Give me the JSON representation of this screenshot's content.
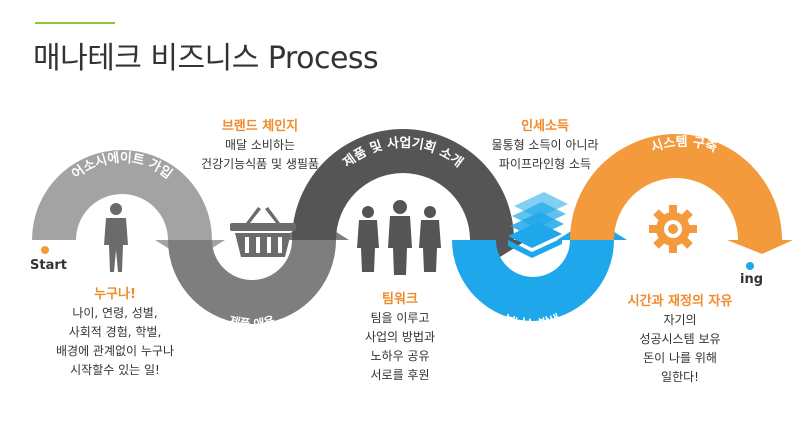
{
  "header": {
    "title": "매나테크 비즈니스 Process"
  },
  "flow": {
    "start_label": "Start",
    "end_label": "ing",
    "band_labels": {
      "associate": "어소시에이트 가입",
      "product_use": "제품 애용",
      "intro": "제품 및 사업기회 소개",
      "bonus": "보너스 발생",
      "system": "시스템 구축"
    },
    "colors": {
      "gray": "#9b9b9b",
      "dark": "#555555",
      "blue": "#1ea7ea",
      "orange": "#f39a3c",
      "accent": "#8cc63f"
    }
  },
  "callouts": {
    "anyone": {
      "heading": "누구나!",
      "lines": [
        "나이, 연령, 성별,",
        "사회적 경험, 학벌,",
        "배경에 관계없이 누구나",
        "시작할수 있는 일!"
      ]
    },
    "brand": {
      "heading": "브랜드 체인지",
      "lines": [
        "매달 소비하는",
        "건강기능식품 및 생필품"
      ]
    },
    "teamwork": {
      "heading": "팀워크",
      "lines": [
        "팀을 이루고",
        "사업의 방법과",
        "노하우 공유",
        "서로를 후원"
      ]
    },
    "income": {
      "heading": "인세소득",
      "lines": [
        "물통형 소득이 아니라",
        "파이프라인형 소득"
      ]
    },
    "freedom": {
      "heading": "시간과 재정의 자유",
      "lines": [
        "자기의",
        "성공시스템 보유",
        "돈이 나를 위해",
        "일한다!"
      ]
    }
  },
  "icons": {
    "person": "person-icon",
    "basket": "basket-icon",
    "team": "team-icon",
    "money": "money-stack-icon",
    "gear": "gear-icon"
  }
}
